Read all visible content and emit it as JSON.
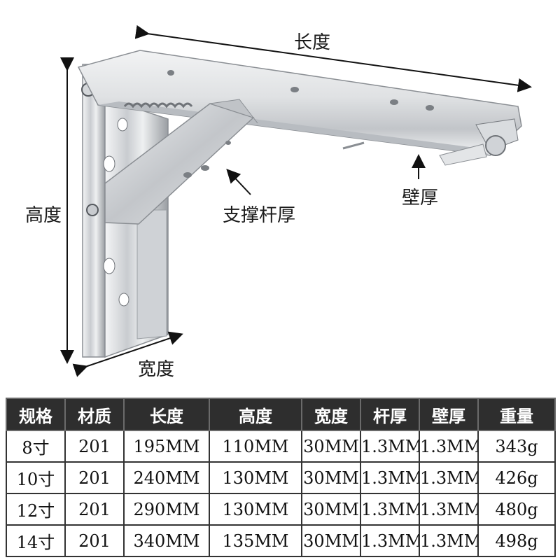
{
  "labels": {
    "length": "长度",
    "height": "高度",
    "width": "宽度",
    "rod_thickness": "支撑杆厚",
    "wall_thickness": "壁厚"
  },
  "table": {
    "headers": [
      "规格",
      "材质",
      "长度",
      "高度",
      "宽度",
      "杆厚",
      "壁厚",
      "重量"
    ],
    "rows": [
      [
        "8寸",
        "201",
        "195MM",
        "110MM",
        "30MM",
        "1.3MM",
        "1.3MM",
        "343g"
      ],
      [
        "10寸",
        "201",
        "240MM",
        "130MM",
        "30MM",
        "1.3MM",
        "1.3MM",
        "426g"
      ],
      [
        "12寸",
        "201",
        "290MM",
        "130MM",
        "30MM",
        "1.3MM",
        "1.3MM",
        "480g"
      ],
      [
        "14寸",
        "201",
        "340MM",
        "135MM",
        "30MM",
        "1.3MM",
        "1.3MM",
        "498g"
      ]
    ]
  },
  "colors": {
    "header_bg": "#2e2e2e",
    "steel_light": "#e6e8ea",
    "steel_dark": "#8d9196"
  }
}
